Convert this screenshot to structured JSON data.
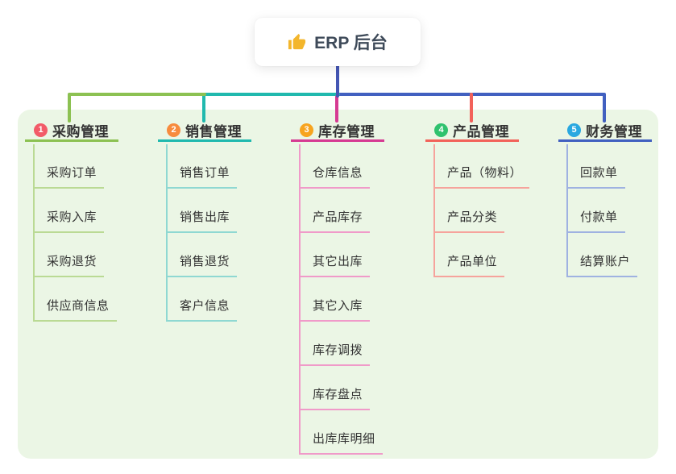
{
  "root_node": {
    "icon": "thumbs-up-icon",
    "icon_color": "#f3b62c",
    "label": "ERP 后台"
  },
  "connector_color": "#4456b4",
  "panel_color": "#ebf6e5",
  "text_color": "#333333",
  "branches": [
    {
      "index": "1",
      "title": "采购管理",
      "badge_color": "#f25b68",
      "line_color": "#8cc152",
      "sub_line_color": "#bada94",
      "items": [
        "采购订单",
        "采购入库",
        "采购退货",
        "供应商信息"
      ]
    },
    {
      "index": "2",
      "title": "销售管理",
      "badge_color": "#f78b3d",
      "line_color": "#20b9ae",
      "sub_line_color": "#8fd8d2",
      "items": [
        "销售订单",
        "销售出库",
        "销售退货",
        "客户信息"
      ]
    },
    {
      "index": "3",
      "title": "库存管理",
      "badge_color": "#f7a41f",
      "line_color": "#d63a92",
      "sub_line_color": "#f09ac9",
      "items": [
        "仓库信息",
        "产品库存",
        "其它出库",
        "其它入库",
        "库存调拨",
        "库存盘点",
        "出库库明细"
      ]
    },
    {
      "index": "4",
      "title": "产品管理",
      "badge_color": "#2fc26e",
      "line_color": "#f2625a",
      "sub_line_color": "#f6a39c",
      "items": [
        "产品（物料）",
        "产品分类",
        "产品单位"
      ]
    },
    {
      "index": "5",
      "title": "财务管理",
      "badge_color": "#29a8e0",
      "line_color": "#4160c0",
      "sub_line_color": "#9fb2e1",
      "items": [
        "回款单",
        "付款单",
        "结算账户"
      ]
    }
  ]
}
